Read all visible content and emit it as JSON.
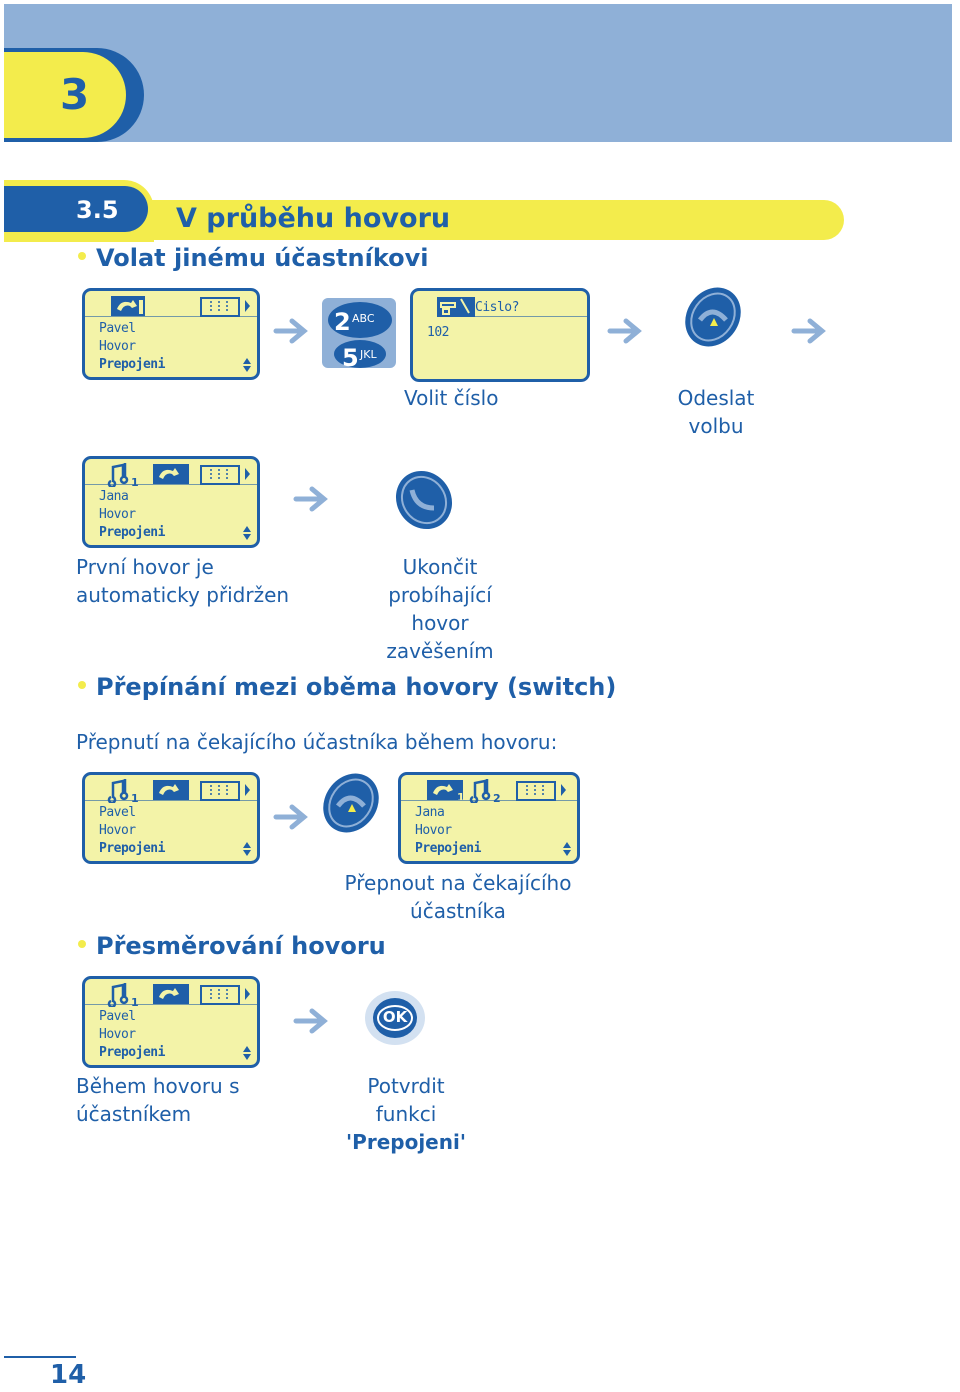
{
  "header": {
    "chapter_number": "3",
    "section_number": "3.5",
    "section_title": "V průběhu hovoru"
  },
  "sections": {
    "call_other": {
      "heading": "Volat jinému účastníkovi",
      "lcd1": {
        "line1": "Pavel",
        "line2": "Hovor",
        "line3": "Prepojeni"
      },
      "keypad_keys": {
        "k2": "2",
        "k2_letters": "ABC",
        "k5": "5",
        "k5_letters": "JKL"
      },
      "lcd2": {
        "prompt": "Cislo?",
        "value": "102"
      },
      "caption_dial": "Volit číslo",
      "caption_send_line1": "Odeslat",
      "caption_send_line2": "volbu",
      "lcd3": {
        "line1": "Jana",
        "line2": "Hovor",
        "line3": "Prepojeni"
      },
      "caption_hold_line1": "První hovor je",
      "caption_hold_line2": "automaticky přidržen",
      "caption_end_line1": "Ukončit",
      "caption_end_line2": "probíhající",
      "caption_end_line3": "hovor",
      "caption_end_line4": "zavěšením"
    },
    "switch": {
      "heading": "Přepínání mezi oběma hovory (switch)",
      "intro": "Přepnutí na čekajícího účastníka během hovoru:",
      "lcd1": {
        "line1": "Pavel",
        "line2": "Hovor",
        "line3": "Prepojeni"
      },
      "lcd2": {
        "line1": "Jana",
        "line2": "Hovor",
        "line3": "Prepojeni"
      },
      "caption_line1": "Přepnout na čekajícího",
      "caption_line2": "účastníka"
    },
    "transfer": {
      "heading": "Přesměrování hovoru",
      "lcd1": {
        "line1": "Pavel",
        "line2": "Hovor",
        "line3": "Prepojeni"
      },
      "ok_label": "OK",
      "caption_during_line1": "Během hovoru s",
      "caption_during_line2": "účastníkem",
      "caption_confirm_line1": "Potvrdit",
      "caption_confirm_line2": "funkci",
      "caption_confirm_line3": "'Prepojeni'"
    }
  },
  "page_number": "14",
  "colors": {
    "blue": "#1f5fa8",
    "light_blue": "#8fb0d7",
    "yellow": "#f3ec4c",
    "lcd": "#f3f3a8"
  }
}
